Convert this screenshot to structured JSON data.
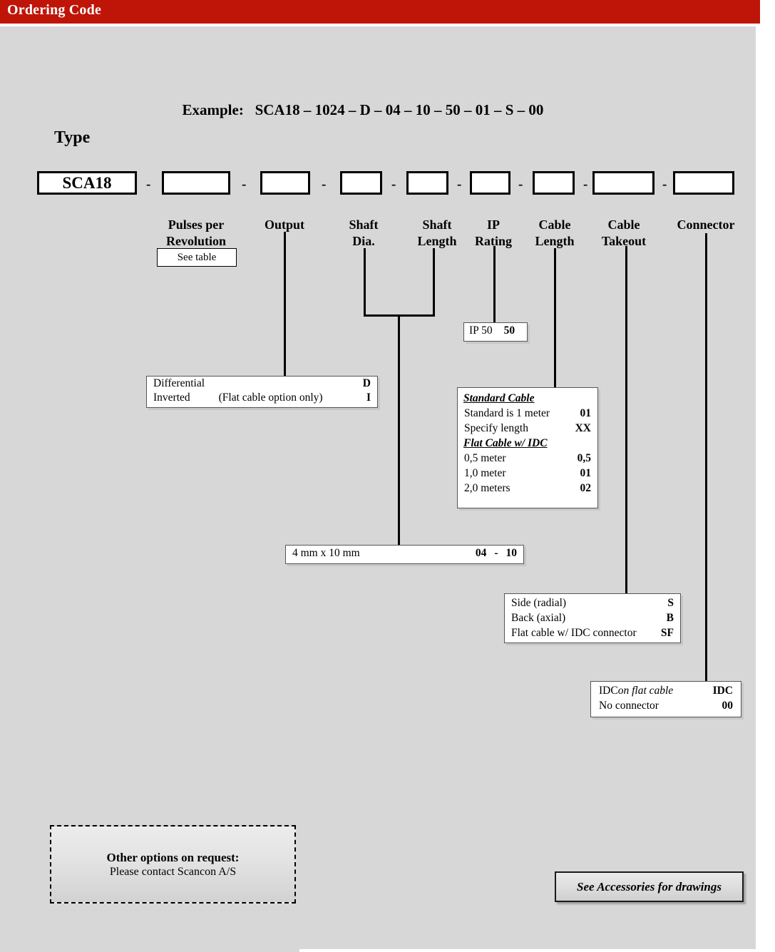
{
  "header": {
    "title": "Ordering Code",
    "bar_color": "#bf1408"
  },
  "example": {
    "label": "Example:",
    "code": "SCA18 – 1024 – D – 04 – 10 – 50 – 01 – S – 00"
  },
  "type": {
    "label": "Type",
    "value": "SCA18"
  },
  "separators": [
    "-",
    "-",
    "-",
    "-",
    "-",
    "-",
    "-",
    "-"
  ],
  "columns": [
    {
      "id": "pulses-per-revolution",
      "line1": "Pulses per",
      "line2": "Revolution"
    },
    {
      "id": "output",
      "line1": "Output",
      "line2": ""
    },
    {
      "id": "shaft-dia",
      "line1": "Shaft",
      "line2": "Dia."
    },
    {
      "id": "shaft-length",
      "line1": "Shaft",
      "line2": "Length"
    },
    {
      "id": "ip-rating",
      "line1": "IP",
      "line2": "Rating"
    },
    {
      "id": "cable-length",
      "line1": "Cable",
      "line2": "Length"
    },
    {
      "id": "cable-takeout",
      "line1": "Cable",
      "line2": "Takeout"
    },
    {
      "id": "connector",
      "line1": "Connector",
      "line2": ""
    }
  ],
  "see_table": {
    "label": "See table"
  },
  "ip_panel": {
    "label": "IP 50",
    "code": "50"
  },
  "output_panel": {
    "rows": [
      {
        "label": "Differential",
        "note": "",
        "code": "D"
      },
      {
        "label": "Inverted",
        "note": "(Flat cable option only)",
        "code": "I"
      }
    ]
  },
  "cable_length_panel": {
    "group1_title": "Standard Cable",
    "group1_rows": [
      {
        "label": "Standard is 1 meter",
        "code": "01"
      },
      {
        "label": "Specify length",
        "code": "XX"
      }
    ],
    "group2_title": "Flat Cable w/ IDC",
    "group2_rows": [
      {
        "label": "0,5 meter",
        "code": "0,5"
      },
      {
        "label": "1,0 meter",
        "code": "01"
      },
      {
        "label": "2,0 meters",
        "code": "02"
      }
    ]
  },
  "shaft_panel": {
    "label": "4 mm   x  10 mm",
    "code_dia": "04",
    "code_sep": "-",
    "code_length": "10"
  },
  "takeout_panel": {
    "rows": [
      {
        "label": "Side  (radial)",
        "code": "S"
      },
      {
        "label": "Back (axial)",
        "code": "B"
      },
      {
        "label": "Flat cable w/ IDC connector",
        "code": "SF"
      }
    ]
  },
  "connector_panel": {
    "rows": [
      {
        "label": "IDC ",
        "label_italic": "on flat cable",
        "code": "IDC"
      },
      {
        "label": "No connector",
        "label_italic": "",
        "code": "00"
      }
    ]
  },
  "other_options": {
    "title": "Other options on request:",
    "subtitle": "Please contact Scancon A/S"
  },
  "accessories_button": {
    "label": "See Accessories for drawings"
  }
}
